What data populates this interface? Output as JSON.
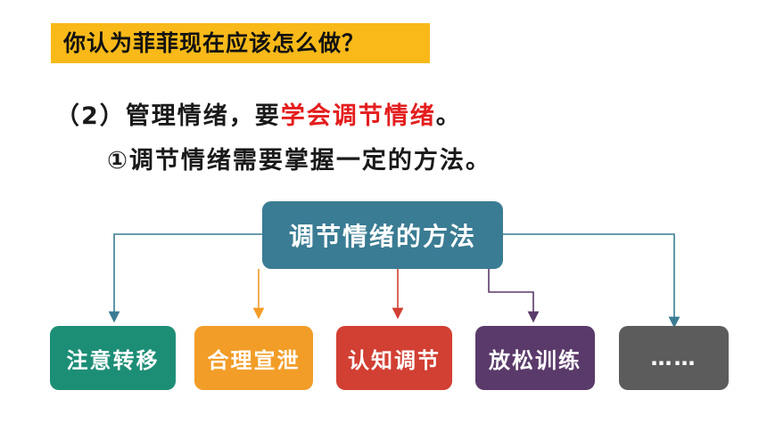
{
  "question": "你认为菲菲现在应该怎么做？",
  "line1": {
    "prefix": "（2）管理情绪，要",
    "highlight": "学会调节情绪",
    "suffix": "。"
  },
  "line2": "①调节情绪需要掌握一定的方法。",
  "diagram": {
    "center": "调节情绪的方法",
    "methods": [
      {
        "label": "注意转移",
        "color": "#1d8e76"
      },
      {
        "label": "合理宣泄",
        "color": "#f29d28"
      },
      {
        "label": "认知调节",
        "color": "#d23f33"
      },
      {
        "label": "放松训练",
        "color": "#5a3a6a"
      },
      {
        "label": "……",
        "color": "#5c5c5c"
      }
    ]
  }
}
